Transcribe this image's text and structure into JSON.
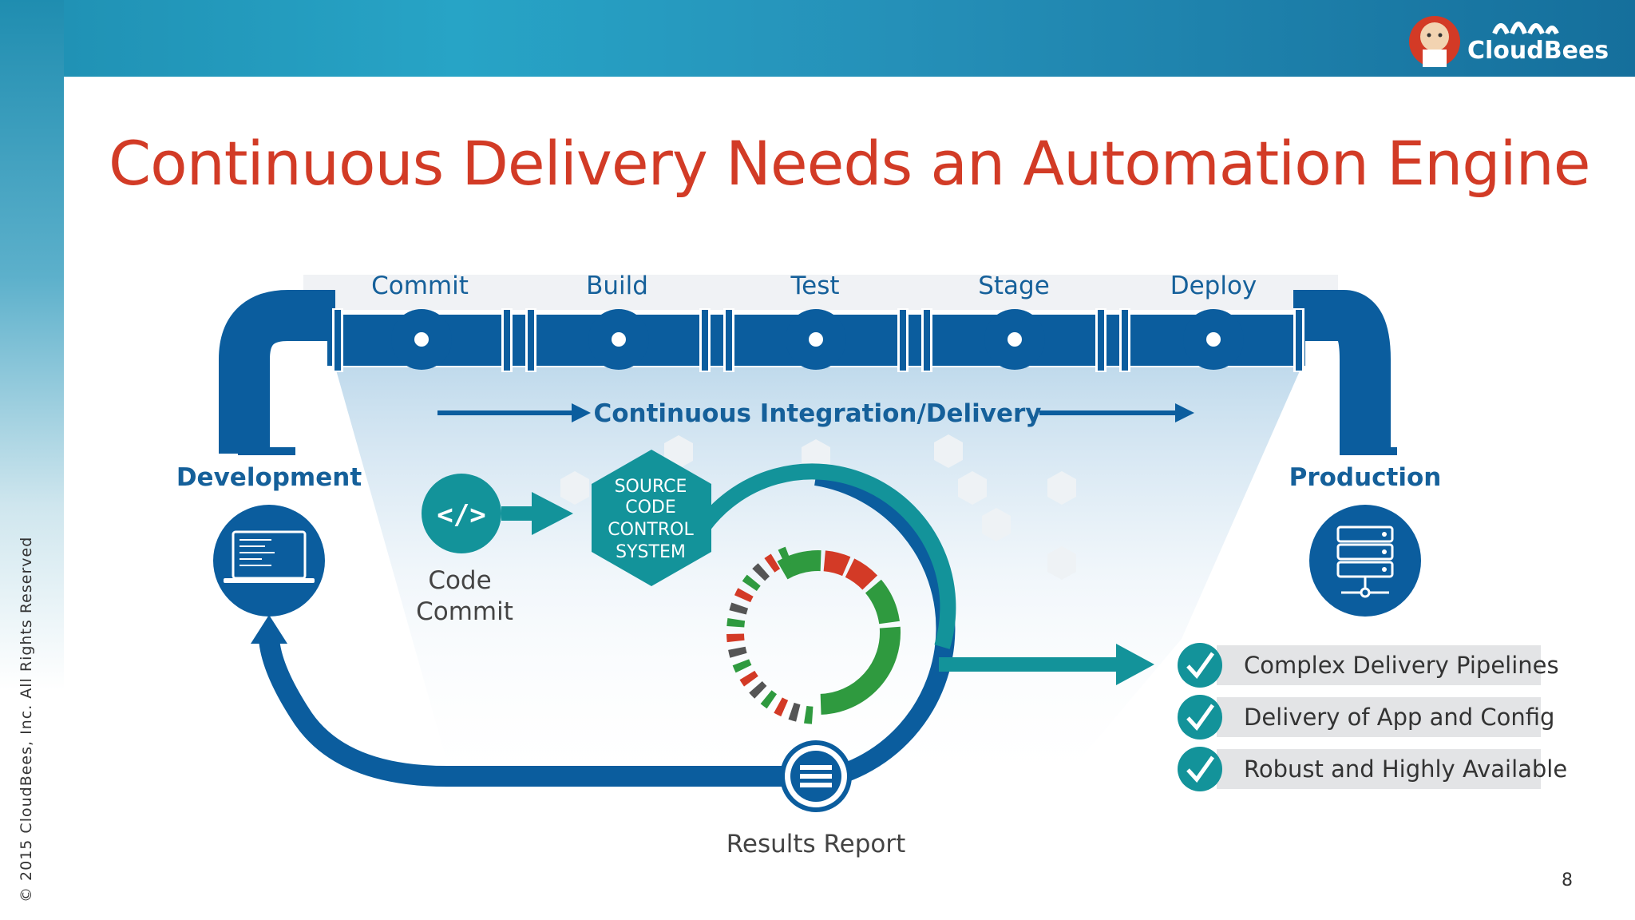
{
  "title": "Continuous Delivery Needs an Automation Engine",
  "brand": {
    "name": "CloudBees",
    "logo_icon": "jenkins-butler-icon"
  },
  "copyright": "© 2015 CloudBees, Inc.   All Rights Reserved",
  "slide_number": "8",
  "pipeline": {
    "stages": [
      "Commit",
      "Build",
      "Test",
      "Stage",
      "Deploy"
    ],
    "flow_label": "Continuous Integration/Delivery",
    "start": "Development",
    "end": "Production"
  },
  "code_commit": {
    "line1": "Code",
    "line2": "Commit",
    "icon": "code-brackets-icon"
  },
  "scm": {
    "lines": [
      "SOURCE",
      "CODE",
      "CONTROL",
      "SYSTEM"
    ]
  },
  "results_label": "Results Report",
  "outcomes": [
    "Complex Delivery Pipelines",
    "Delivery of App and Config",
    "Robust and Highly Available"
  ],
  "colors": {
    "title_red": "#d23b26",
    "pipe_blue": "#0b5d9e",
    "teal": "#13939a",
    "gauge_green": "#2f9a3f",
    "gauge_red": "#d33a26",
    "gauge_gray": "#555555"
  }
}
